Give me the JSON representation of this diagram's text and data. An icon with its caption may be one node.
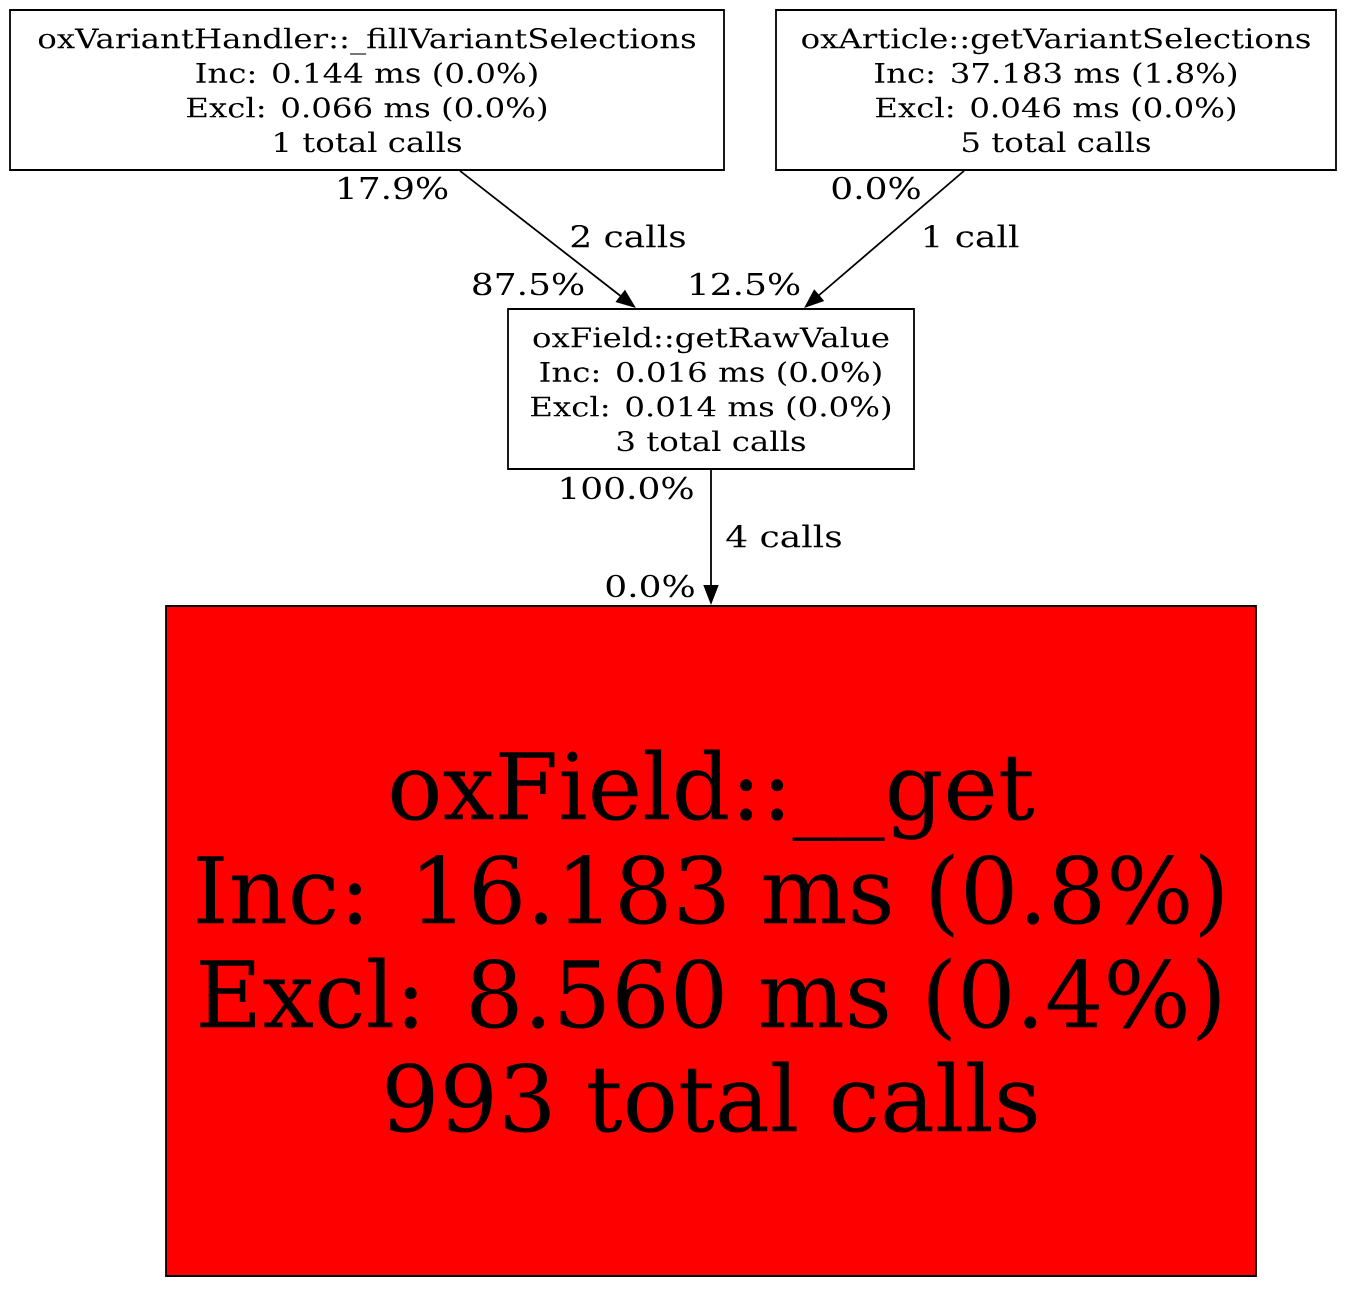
{
  "diagram": {
    "nodes": [
      {
        "text": [
          "oxVariantHandler::_fillVariantSelections",
          "Inc: 0.144 ms (0.0%)",
          "Excl: 0.066 ms (0.0%)",
          "1 total calls"
        ]
      },
      {
        "text": [
          "oxArticle::getVariantSelections",
          "Inc: 37.183 ms (1.8%)",
          "Excl: 0.046 ms (0.0%)",
          "5 total calls"
        ]
      },
      {
        "text": [
          "oxField::getRawValue",
          "Inc: 0.016 ms (0.0%)",
          "Excl: 0.014 ms (0.0%)",
          "3 total calls"
        ]
      },
      {
        "text": [
          "oxField::__get",
          "Inc: 16.183 ms (0.8%)",
          "Excl: 8.560 ms (0.4%)",
          "993 total calls"
        ]
      }
    ],
    "edges": [
      {
        "from": 0,
        "to": 2,
        "arrow": "to",
        "label": "2 calls"
      },
      {
        "from": 1,
        "to": 2,
        "arrow": "to",
        "label": "1 call"
      },
      {
        "from": 2,
        "to": 3,
        "arrow": "to",
        "label": "4 calls"
      }
    ],
    "labels": [
      "17.9%",
      "0.0%",
      "87.5%",
      "12.5%",
      "100.0%",
      "0.0%"
    ]
  }
}
